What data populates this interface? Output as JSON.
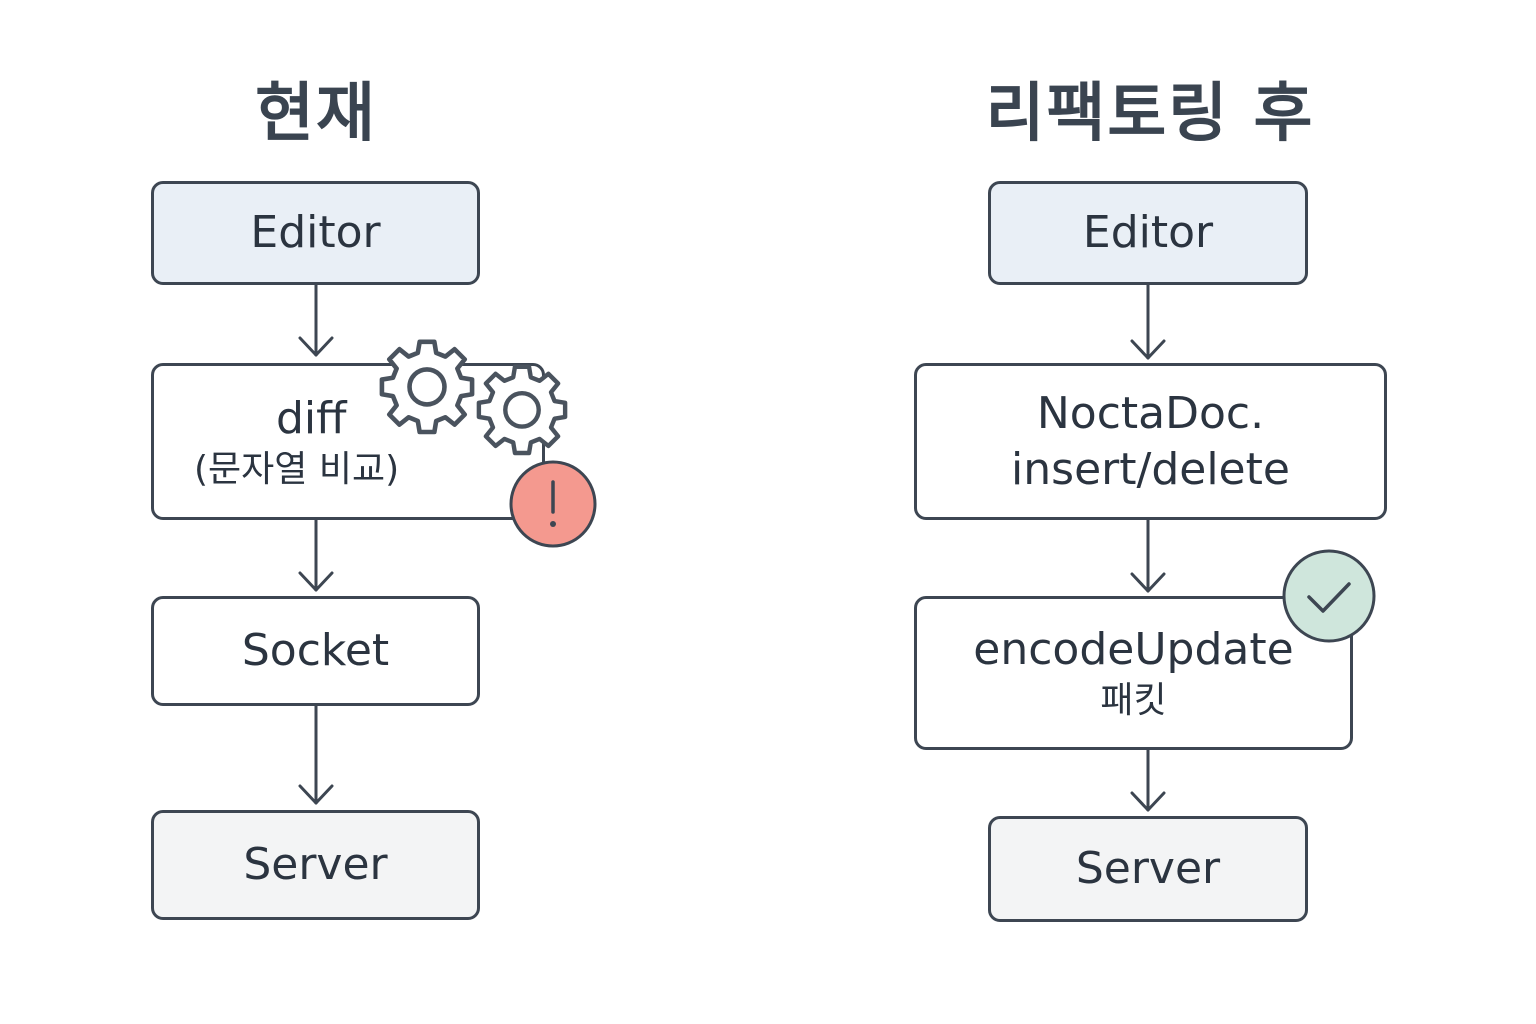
{
  "left": {
    "title": "현재",
    "nodes": {
      "editor": "Editor",
      "diff_line1": "diff",
      "diff_line2": "(문자열 비교)",
      "socket": "Socket",
      "server": "Server"
    },
    "warning_symbol": "!",
    "icons": [
      "gear-icon",
      "gear-icon",
      "warning-icon"
    ]
  },
  "right": {
    "title": "리팩토링 후",
    "nodes": {
      "editor": "Editor",
      "noctadoc_line1": "NoctaDoc.",
      "noctadoc_line2": "insert/delete",
      "encode_line1": "encodeUpdate",
      "encode_line2": "패킷",
      "server": "Server"
    },
    "icons": [
      "check-icon"
    ]
  },
  "colors": {
    "stroke": "#3d4652",
    "editor_fill": "#e9eff6",
    "server_fill": "#f3f4f5",
    "warning": "#f4998f",
    "check": "#cfe6dc"
  }
}
